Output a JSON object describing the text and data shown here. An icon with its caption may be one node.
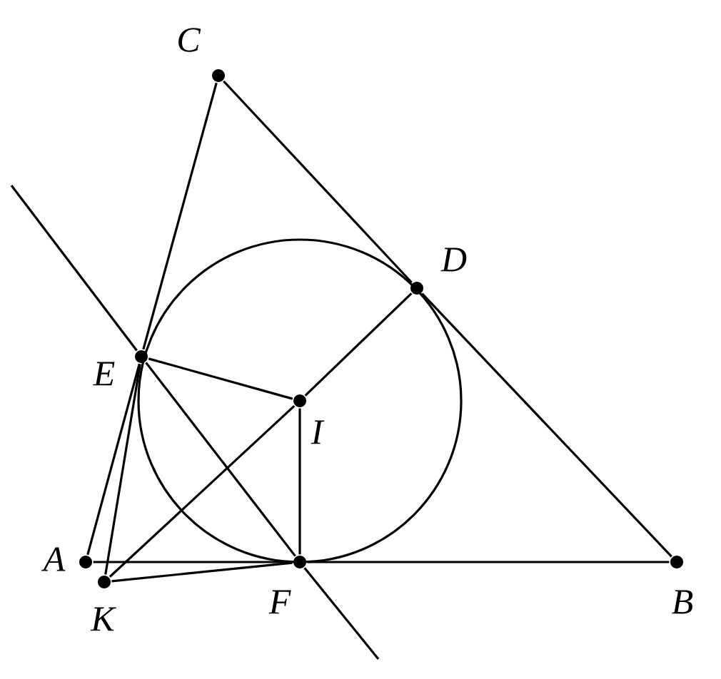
{
  "diagram": {
    "nodes": [
      {
        "text": [],
        "shape": "circle",
        "beside": [
          "A"
        ]
      },
      {
        "text": [],
        "shape": "circle",
        "beside": [
          "B"
        ]
      },
      {
        "text": [],
        "shape": "circle",
        "beside": [
          "C"
        ]
      },
      {
        "text": [],
        "shape": "circle",
        "beside": [
          "D"
        ]
      },
      {
        "text": [],
        "shape": "circle",
        "beside": [
          "E"
        ]
      },
      {
        "text": [],
        "shape": "circle",
        "beside": [
          "F"
        ]
      },
      {
        "text": [],
        "shape": "circle",
        "beside": [
          "I"
        ]
      },
      {
        "text": [],
        "shape": "circle",
        "beside": [
          "K"
        ]
      }
    ],
    "edges": [
      {
        "from": 2,
        "to": 4,
        "arrow": "none"
      },
      {
        "from": 4,
        "to": 0,
        "arrow": "none"
      },
      {
        "from": 2,
        "to": 3,
        "arrow": "none"
      },
      {
        "from": 3,
        "to": 1,
        "arrow": "none"
      },
      {
        "from": 0,
        "to": 5,
        "arrow": "none"
      },
      {
        "from": 5,
        "to": 1,
        "arrow": "none"
      },
      {
        "from": 7,
        "to": 6,
        "arrow": "none"
      },
      {
        "from": 6,
        "to": 3,
        "arrow": "none"
      },
      {
        "from": 4,
        "to": 6,
        "arrow": "none"
      },
      {
        "from": 6,
        "to": 5,
        "arrow": "none"
      },
      {
        "from": 4,
        "to": 7,
        "arrow": "none"
      },
      {
        "from": 7,
        "to": 5,
        "arrow": "none"
      },
      {
        "from": 4,
        "to": 5,
        "arrow": "none"
      },
      {
        "from": null,
        "to": 4,
        "arrow": "none"
      },
      {
        "from": 5,
        "to": null,
        "arrow": "none"
      }
    ]
  }
}
